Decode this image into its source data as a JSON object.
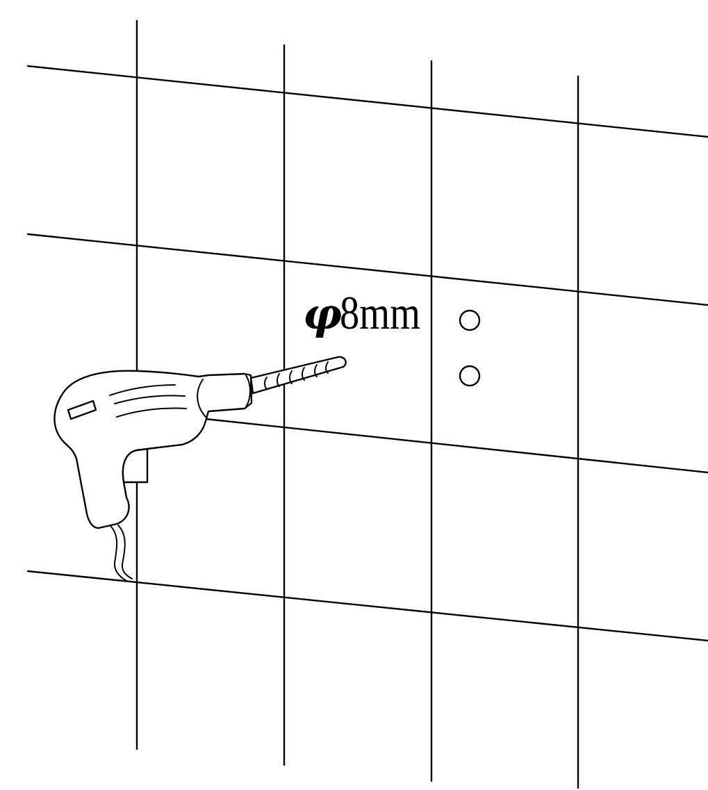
{
  "annotation": {
    "diameter_symbol": "φ",
    "size": "8mm"
  },
  "parts": {
    "wall_tiles": "tile-grid",
    "drill": "electric-drill-icon",
    "drill_bit": "drill-bit",
    "holes": [
      "hole-upper",
      "hole-lower"
    ]
  },
  "colors": {
    "stroke": "#000000",
    "background": "#ffffff"
  }
}
